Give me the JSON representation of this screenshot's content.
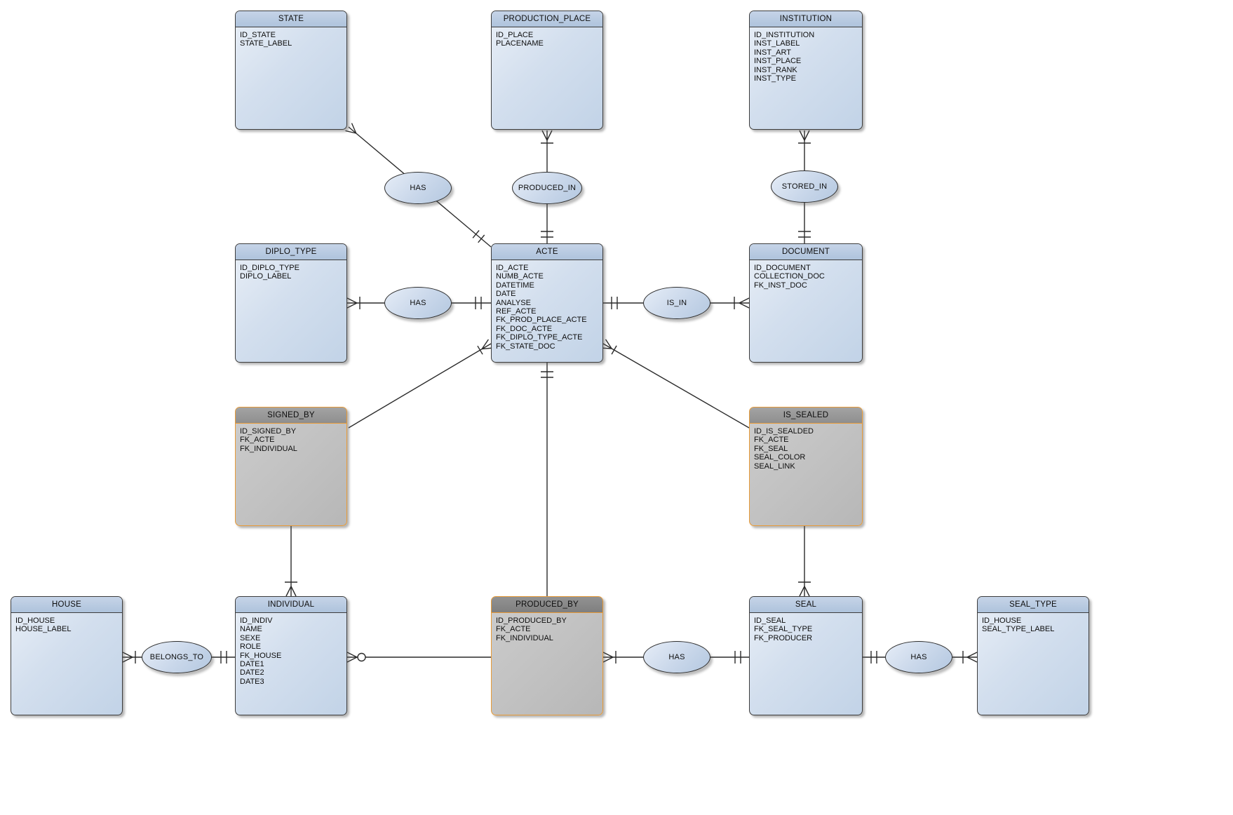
{
  "entities": {
    "state": {
      "title": "STATE",
      "fields": [
        "ID_STATE",
        "STATE_LABEL"
      ]
    },
    "production_place": {
      "title": "PRODUCTION_PLACE",
      "fields": [
        "ID_PLACE",
        "PLACENAME"
      ]
    },
    "institution": {
      "title": "INSTITUTION",
      "fields": [
        "ID_INSTITUTION",
        "INST_LABEL",
        "INST_ART",
        "INST_PLACE",
        "INST_RANK",
        "INST_TYPE"
      ]
    },
    "diplo_type": {
      "title": "DIPLO_TYPE",
      "fields": [
        "ID_DIPLO_TYPE",
        "DIPLO_LABEL"
      ]
    },
    "acte": {
      "title": "ACTE",
      "fields": [
        "ID_ACTE",
        "NUMB_ACTE",
        "DATETIME",
        "DATE",
        "ANALYSE",
        "REF_ACTE",
        "FK_PROD_PLACE_ACTE",
        "FK_DOC_ACTE",
        "FK_DIPLO_TYPE_ACTE",
        "FK_STATE_DOC"
      ]
    },
    "document": {
      "title": "DOCUMENT",
      "fields": [
        "ID_DOCUMENT",
        "COLLECTION_DOC",
        "FK_INST_DOC"
      ]
    },
    "signed_by": {
      "title": "SIGNED_BY",
      "fields": [
        "ID_SIGNED_BY",
        "FK_ACTE",
        "FK_INDIVIDUAL"
      ]
    },
    "is_sealed": {
      "title": "IS_SEALED",
      "fields": [
        "ID_IS_SEALDED",
        "FK_ACTE",
        "FK_SEAL",
        "SEAL_COLOR",
        "SEAL_LINK"
      ]
    },
    "house": {
      "title": "HOUSE",
      "fields": [
        "ID_HOUSE",
        "HOUSE_LABEL"
      ]
    },
    "individual": {
      "title": "INDIVIDUAL",
      "fields": [
        "ID_INDIV",
        "NAME",
        "SEXE",
        "ROLE",
        "FK_HOUSE",
        "DATE1",
        "DATE2",
        "DATE3"
      ]
    },
    "produced_by": {
      "title": "PRODUCED_BY",
      "fields": [
        "ID_PRODUCED_BY",
        "FK_ACTE",
        "FK_INDIVIDUAL"
      ]
    },
    "seal": {
      "title": "SEAL",
      "fields": [
        "ID_SEAL",
        "FK_SEAL_TYPE",
        "FK_PRODUCER"
      ]
    },
    "seal_type": {
      "title": "SEAL_TYPE",
      "fields": [
        "ID_HOUSE",
        "SEAL_TYPE_LABEL"
      ]
    }
  },
  "relationships": {
    "has_state_acte": {
      "label": "HAS"
    },
    "produced_in": {
      "label": "PRODUCED_IN"
    },
    "stored_in": {
      "label": "STORED_IN"
    },
    "has_diplo_acte": {
      "label": "HAS"
    },
    "is_in": {
      "label": "IS_IN"
    },
    "belongs_to": {
      "label": "BELONGS_TO"
    },
    "has_producedby_seal": {
      "label": "HAS"
    },
    "has_seal_sealtype": {
      "label": "HAS"
    }
  },
  "colors": {
    "entity_header": "#b7c9e1",
    "entity_body": "#d8e3f1",
    "entity_border": "#3c3c3c",
    "assoc_border": "#e89b38",
    "assoc_header": "#9a9a9a",
    "assoc_header_dark": "#888888",
    "assoc_body": "#c2c2c2",
    "relation_fill": "#c9d7ea",
    "line": "#2a2a2a",
    "background": "#ffffff"
  }
}
